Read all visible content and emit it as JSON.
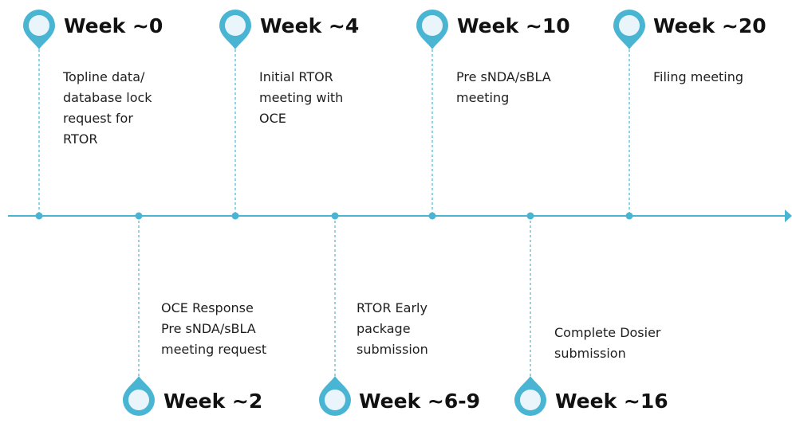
{
  "colors": {
    "accent": "#4ab5d3",
    "pin_fill": "#e9f5fb",
    "text": "#1e1e1e"
  },
  "milestones_top": [
    {
      "week": "Week ~0",
      "description": "Topline data/\ndatabase lock\nrequest for\nRTOR"
    },
    {
      "week": "Week ~4",
      "description": "Initial RTOR\nmeeting with\nOCE"
    },
    {
      "week": "Week ~10",
      "description": "Pre sNDA/sBLA\nmeeting"
    },
    {
      "week": "Week ~20",
      "description": "Filing meeting"
    }
  ],
  "milestones_bottom": [
    {
      "week": "Week ~2",
      "description": "OCE Response\n Pre sNDA/sBLA\nmeeting request"
    },
    {
      "week": "Week ~6-9",
      "description": " RTOR Early\npackage\nsubmission"
    },
    {
      "week": "Week ~16",
      "description": "Complete Dosier\nsubmission"
    }
  ]
}
